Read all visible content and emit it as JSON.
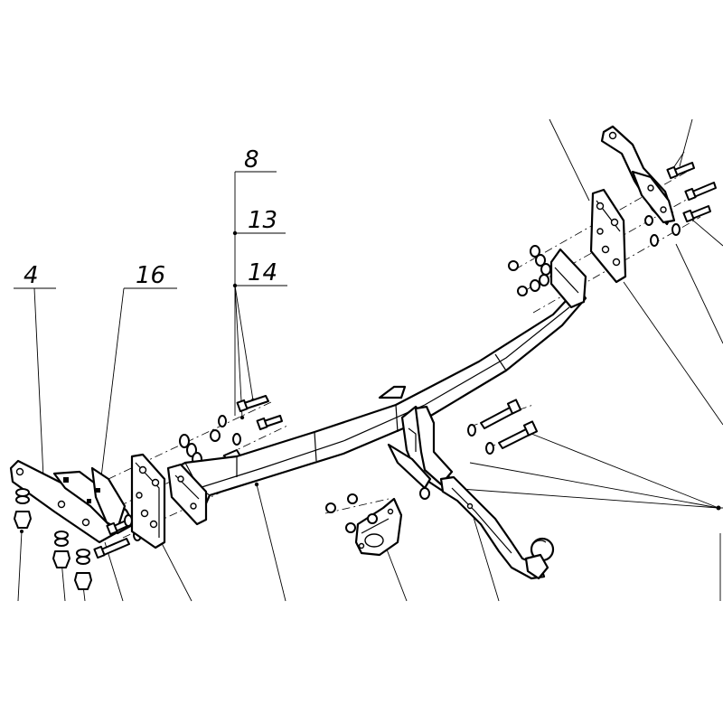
{
  "diagram": {
    "callouts": [
      {
        "id": "c4",
        "label": "4"
      },
      {
        "id": "c16",
        "label": "16"
      },
      {
        "id": "c8",
        "label": "8"
      },
      {
        "id": "c13",
        "label": "13"
      },
      {
        "id": "c14",
        "label": "14"
      }
    ]
  }
}
